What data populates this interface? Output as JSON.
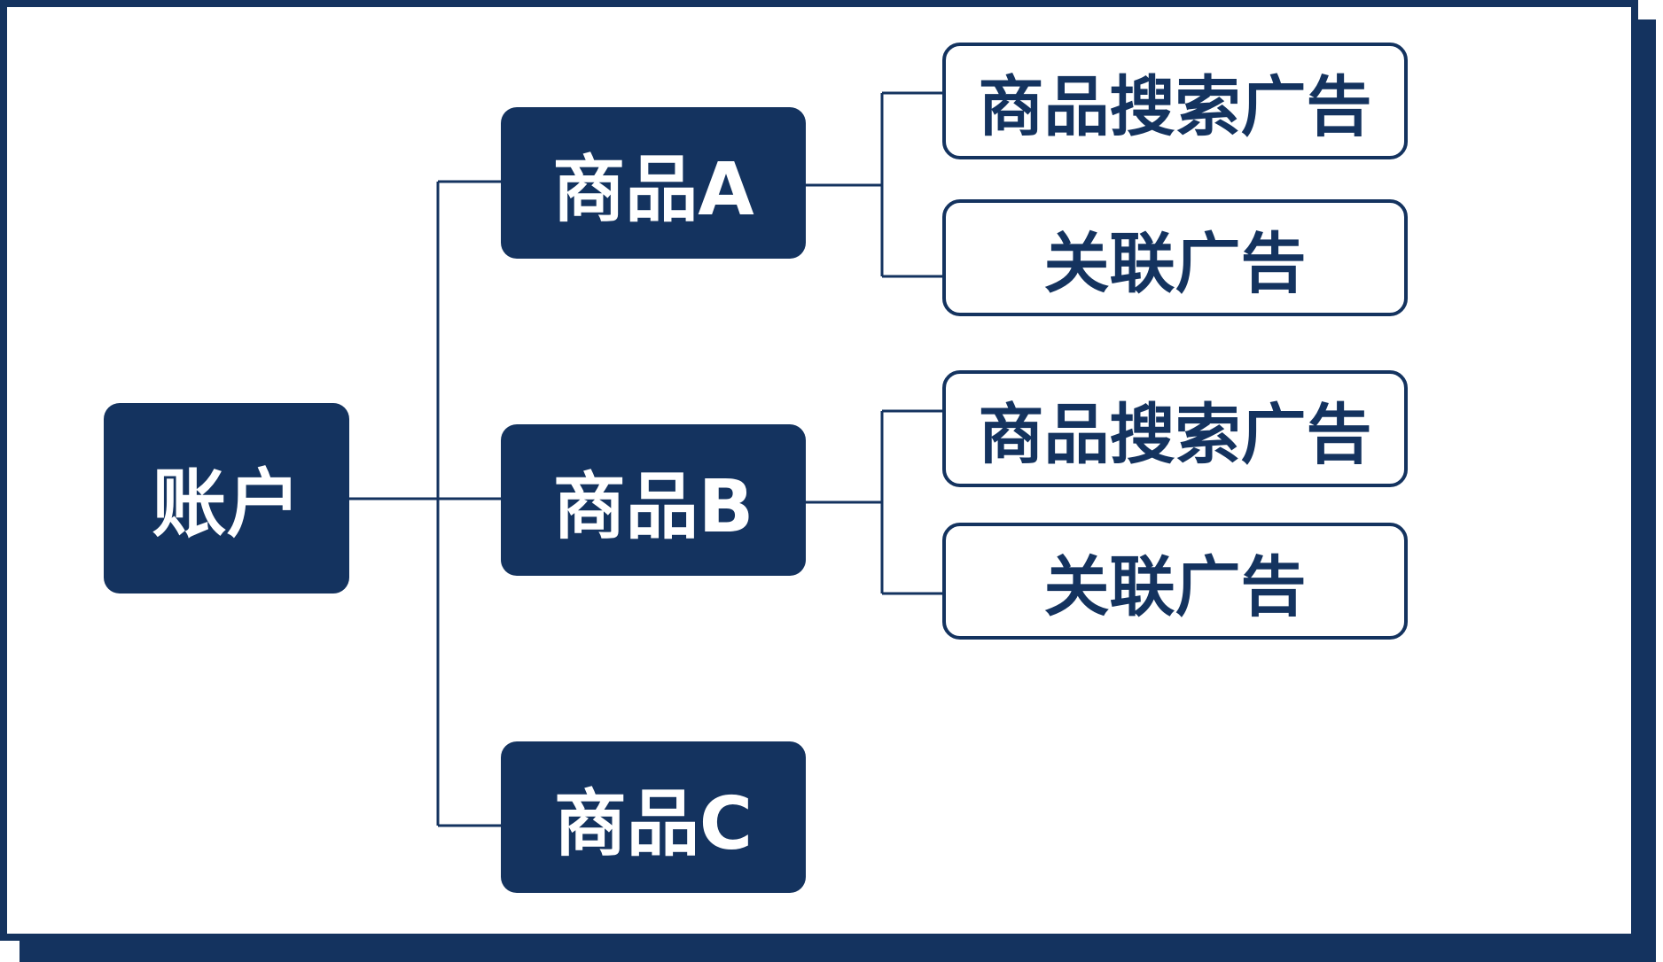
{
  "colors": {
    "primary": "#14335f",
    "background": "#ffffff"
  },
  "diagram": {
    "root": {
      "label": "账户"
    },
    "products": [
      {
        "label": "商品A",
        "ads": [
          {
            "label": "商品搜索广告"
          },
          {
            "label": "关联广告"
          }
        ]
      },
      {
        "label": "商品B",
        "ads": [
          {
            "label": "商品搜索广告"
          },
          {
            "label": "关联广告"
          }
        ]
      },
      {
        "label": "商品C",
        "ads": []
      }
    ]
  }
}
